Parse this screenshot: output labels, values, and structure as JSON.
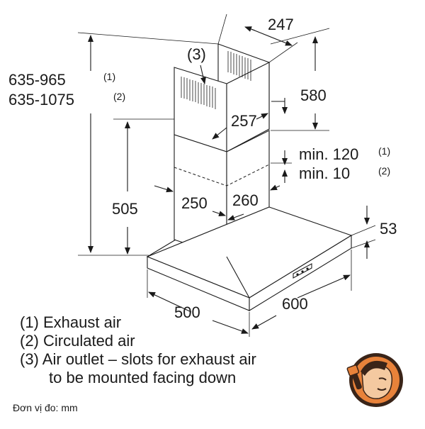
{
  "dimensions": {
    "chimney_depth": "247",
    "chimney_height_upper": "580",
    "chimney_width": "257",
    "total_height_exhaust": "635-965",
    "total_height_exhaust_ref": "(1)",
    "total_height_circulated": "635-1075",
    "total_height_circulated_ref": "(2)",
    "lower_height": "505",
    "min_exhaust": "min. 120",
    "min_exhaust_ref": "(1)",
    "min_circulated": "min. 10",
    "min_circulated_ref": "(2)",
    "lower_chimney_width": "250",
    "lower_chimney_depth": "260",
    "canopy_thickness": "53",
    "hood_depth": "500",
    "hood_width": "600",
    "outlet_ref": "(3)"
  },
  "legend": {
    "line1": "(1) Exhaust air",
    "line2": "(2) Circulated air",
    "line3": "(3) Air outlet – slots for exhaust air",
    "line4": "to be mounted facing down"
  },
  "unit_note": "Đơn vị đo: mm",
  "logo": {
    "colors": {
      "ring": "#3a2418",
      "fill": "#e8823a",
      "face": "#f4c9a0"
    }
  }
}
